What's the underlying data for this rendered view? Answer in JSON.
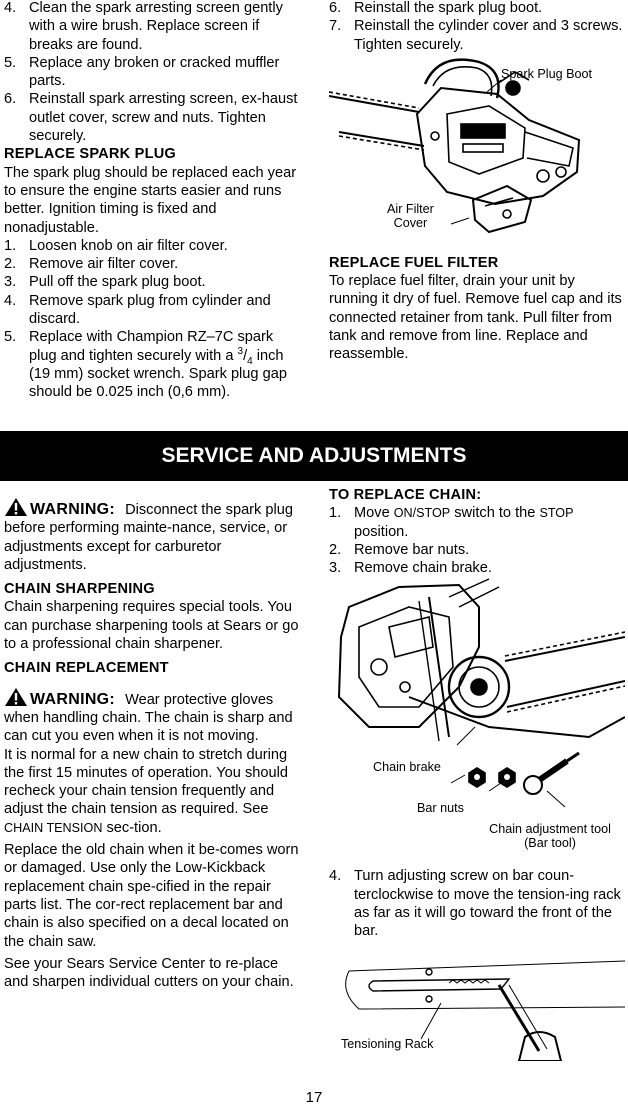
{
  "top_left": {
    "list_a": [
      {
        "n": "4.",
        "t": "Clean the spark arresting screen gently with a wire brush. Replace screen if breaks are found."
      },
      {
        "n": "5.",
        "t": "Replace any broken or cracked muffler parts."
      },
      {
        "n": "6.",
        "t": "Reinstall spark arresting screen, ex-haust outlet cover, screw and nuts. Tighten securely."
      }
    ],
    "spark_plug_heading": "REPLACE SPARK PLUG",
    "spark_plug_text": "The spark plug should be replaced each year to ensure the engine starts easier and runs better. Ignition timing is fixed and nonadjustable.",
    "list_b": [
      {
        "n": "1.",
        "t": "Loosen knob on air filter cover."
      },
      {
        "n": "2.",
        "t": "Remove air filter cover."
      },
      {
        "n": "3.",
        "t": "Pull off the spark plug boot."
      },
      {
        "n": "4.",
        "t": "Remove spark plug from cylinder and discard."
      }
    ],
    "item5": {
      "n": "5.",
      "a": "Replace with Champion RZ–7C spark plug and tighten securely with a ",
      "sup": "3",
      "slash": "/",
      "sub": "4",
      "b": " inch (19 mm) socket wrench. Spark plug gap should be 0.025 inch (0,6 mm)."
    }
  },
  "top_right": {
    "list": [
      {
        "n": "6.",
        "t": "Reinstall the spark plug boot."
      },
      {
        "n": "7.",
        "t": "Reinstall the cylinder cover and 3 screws. Tighten securely."
      }
    ],
    "fig_label_boot": "Spark Plug Boot",
    "fig_label_filter_1": "Air Filter",
    "fig_label_filter_2": "Cover",
    "fuel_heading": "REPLACE FUEL FILTER",
    "fuel_text": "To replace fuel filter, drain your unit by running it dry of fuel. Remove fuel cap and its connected retainer from tank. Pull filter from tank and remove from line. Replace and reassemble."
  },
  "banner": "SERVICE AND ADJUSTMENTS",
  "bottom_left": {
    "warning_label": "WARNING:",
    "warning1_text": "Disconnect the spark plug before performing mainte-nance, service, or adjustments except for carburetor adjustments.",
    "sharpening_heading": "CHAIN SHARPENING",
    "sharpening_text": "Chain sharpening requires special tools. You can purchase sharpening tools at Sears or go to a professional chain sharpener.",
    "replacement_heading": "CHAIN REPLACEMENT",
    "warning2_text": "Wear protective gloves when handling chain. The chain is sharp and can cut you even when it is not moving.",
    "stretch_text_a": "It is normal for a new chain to stretch during the first 15 minutes of operation. You should recheck your chain tension frequently and adjust the chain tension as required. See ",
    "stretch_ref": "CHAIN TENSION",
    "stretch_text_b": " sec-tion.",
    "replace_text": "Replace the old chain when it be-comes worn or damaged. Use only the Low-Kickback replacement chain spe-cified in the repair parts list. The cor-rect replacement bar and chain is also specified on a decal located on the chain saw.",
    "sears_text": "See your Sears Service Center to re-place and sharpen individual cutters on your chain."
  },
  "bottom_right": {
    "heading": "TO REPLACE CHAIN:",
    "step1_n": "1.",
    "step1_a": "Move ",
    "step1_on": "ON/STOP",
    "step1_b": " switch to the ",
    "step1_stop": "STOP",
    "step1_c": " position.",
    "list": [
      {
        "n": "2.",
        "t": "Remove bar nuts."
      },
      {
        "n": "3.",
        "t": "Remove chain brake."
      }
    ],
    "fig_label_brake": "Chain brake",
    "fig_label_nuts": "Bar nuts",
    "fig_label_tool_1": "Chain adjustment tool",
    "fig_label_tool_2": "(Bar tool)",
    "step4": {
      "n": "4.",
      "t": "Turn adjusting screw on bar coun-terclockwise to move the tension-ing rack as far as it will go toward the front of the bar."
    },
    "fig_label_rack": "Tensioning Rack"
  },
  "page_number": "17"
}
